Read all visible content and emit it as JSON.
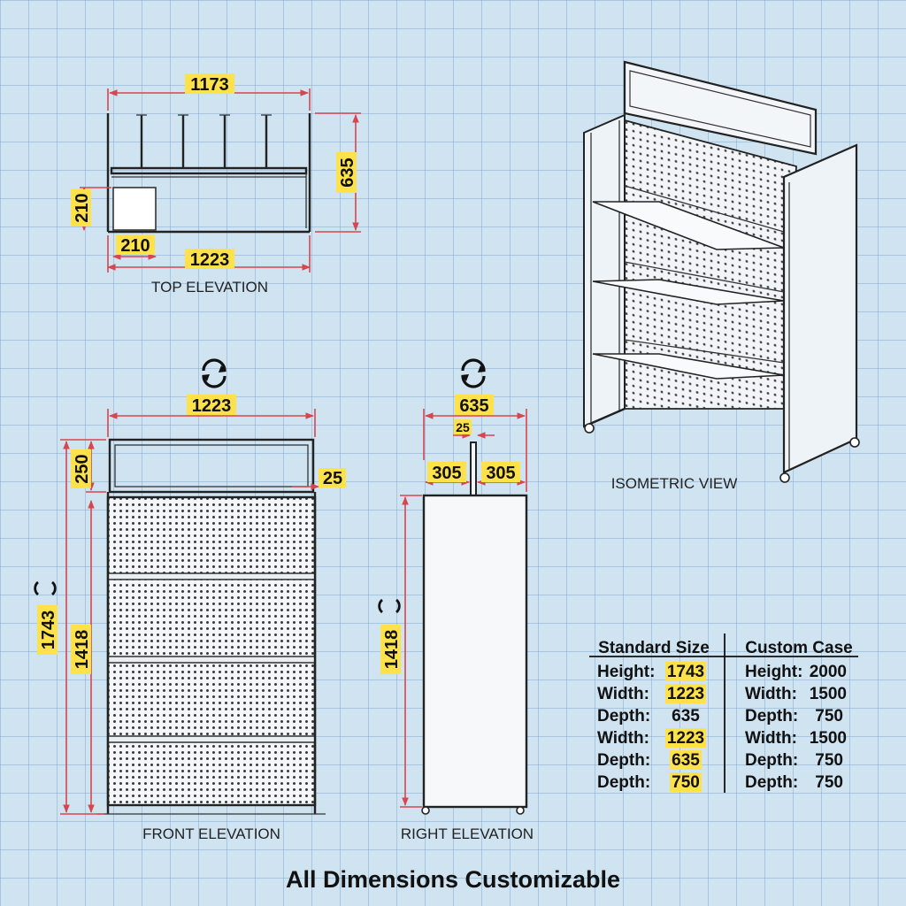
{
  "top_view": {
    "caption": "TOP ELEVATION",
    "dims": {
      "overall_top": "1173",
      "depth": "635",
      "box_w": "210",
      "box_h": "210",
      "width": "1223"
    }
  },
  "front_view": {
    "caption": "FRONT ELEVATION",
    "dims": {
      "width": "1223",
      "header_h": "250",
      "frame": "25",
      "total_h": "1743",
      "body_h": "1418"
    }
  },
  "right_view": {
    "caption": "RIGHT ELEVATION",
    "dims": {
      "depth": "635",
      "post": "25",
      "left": "305",
      "right": "305",
      "body_h": "1418"
    }
  },
  "iso_view": {
    "caption": "ISOMETRIC VIEW"
  },
  "spec_table": {
    "headers": [
      "Standard Size",
      "Custom Case"
    ],
    "rows": [
      {
        "label": "Height:",
        "standard": "1743",
        "custom_label": "Height:",
        "custom": "2000"
      },
      {
        "label": "Width:",
        "standard": "1223",
        "custom_label": "Width:",
        "custom": "1500"
      },
      {
        "label": "Depth:",
        "standard": "635",
        "custom_label": "Depth:",
        "custom": "750"
      },
      {
        "label": "Width:",
        "standard": "1223",
        "custom_label": "Width:",
        "custom": "1500"
      },
      {
        "label": "Depth:",
        "standard": "635",
        "custom_label": "Depth:",
        "custom": "750"
      },
      {
        "label": "Depth:",
        "standard": "750",
        "custom_label": "Depth:",
        "custom": "750"
      }
    ]
  },
  "footer": "All Dimensions Customizable",
  "colors": {
    "background": "#cfe3f1",
    "grid": "#9fbfdc",
    "dimension_line": "#d8454f",
    "highlight": "#ffe14a",
    "ink": "#222222"
  }
}
